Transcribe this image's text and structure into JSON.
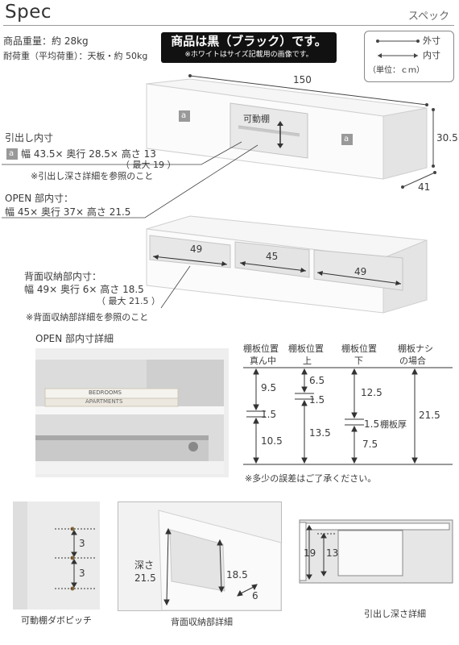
{
  "header": {
    "title": "Spec",
    "title_jp": "スペック",
    "weight": "商品重量：約 28kg",
    "load": "耐荷重（平均荷重）：天板・約 50kg",
    "notice_main": "商品は黒（ブラック）です。",
    "notice_sub": "※ホワイトはサイズ記載用の画像です。"
  },
  "legend": {
    "outer": "外寸",
    "inner": "内寸",
    "unit": "（単位：ｃｍ）"
  },
  "dimensions": {
    "width": "150",
    "height": "30.5",
    "depth": "41",
    "drawer_tag": "a",
    "movable_shelf": "可動棚"
  },
  "drawer_inner": {
    "title": "引出し内寸",
    "tag": "a",
    "line1": "幅 43.5× 奥行 28.5× 高さ 13",
    "line2": "（ 最大 19 ）",
    "note": "※引出し深さ詳細を参照のこと"
  },
  "open_inner": {
    "title": "OPEN 部内寸：",
    "line1": "幅 45× 奥行 37× 高さ 21.5"
  },
  "back_view": {
    "left": "49",
    "center": "45",
    "right": "49"
  },
  "back_inner": {
    "title": "背面収納部内寸：",
    "line1": "幅 49× 奥行 6× 高さ 18.5",
    "line2": "（ 最大 21.5 ）",
    "note": "※背面収納部詳細を参照のこと"
  },
  "open_detail": {
    "title": "OPEN 部内寸詳細",
    "book1": "BEDROOMS",
    "book2": "APARTMENTS"
  },
  "shelf_table": {
    "col1": [
      "棚板位置",
      "真ん中"
    ],
    "col2": [
      "棚板位置",
      "上"
    ],
    "col3": [
      "棚板位置",
      "下"
    ],
    "col4": [
      "棚板ナシ",
      "の場合"
    ],
    "c1_top": "9.5",
    "c1_mid": "1.5",
    "c1_bot": "10.5",
    "c2_top": "6.5",
    "c2_mid": "1.5",
    "c2_bot": "13.5",
    "c3_top": "12.5",
    "c3_mid": "1.5",
    "c3_board": "棚板厚",
    "c3_bot": "7.5",
    "c4": "21.5",
    "note": "※多少の誤差はご了承ください。"
  },
  "bottom": {
    "pitch_a": "3",
    "pitch_b": "3",
    "pitch_caption": "可動棚ダボピッチ",
    "depth_label": "深さ",
    "depth_value": "21.5",
    "back_h": "18.5",
    "back_d": "6",
    "back_caption": "背面収納部詳細",
    "drawer_h1": "19",
    "drawer_h2": "13",
    "drawer_caption": "引出し深さ詳細"
  }
}
